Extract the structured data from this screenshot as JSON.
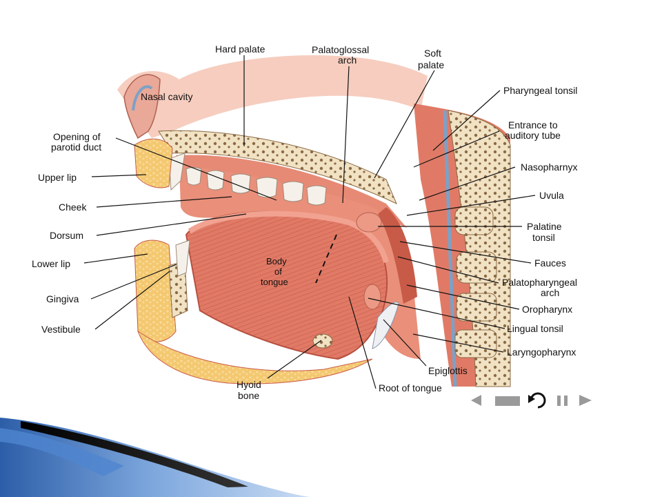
{
  "figure": {
    "labels": {
      "hard_palate": "Hard palate",
      "palatoglossal_arch_1": "Palatoglossal",
      "palatoglossal_arch_2": "arch",
      "soft_palate_1": "Soft",
      "soft_palate_2": "palate",
      "nasal_cavity": "Nasal cavity",
      "pharyngeal_tonsil": "Pharyngeal tonsil",
      "opening_parotid_1": "Opening of",
      "opening_parotid_2": "parotid duct",
      "entrance_auditory_1": "Entrance to",
      "entrance_auditory_2": "auditory tube",
      "upper_lip": "Upper lip",
      "nasopharynx": "Nasopharnyx",
      "cheek": "Cheek",
      "uvula": "Uvula",
      "dorsum": "Dorsum",
      "palatine_tonsil_1": "Palatine",
      "palatine_tonsil_2": "tonsil",
      "lower_lip": "Lower lip",
      "body_tongue_1": "Body",
      "body_tongue_2": "of",
      "body_tongue_3": "tongue",
      "fauces": "Fauces",
      "palatopharyngeal_1": "Palatopharyngeal",
      "palatopharyngeal_2": "arch",
      "gingiva": "Gingiva",
      "oropharynx": "Oropharynx",
      "vestibule": "Vestibule",
      "lingual_tonsil": "Lingual tonsil",
      "laryngopharynx": "Laryngopharynx",
      "epiglottis": "Epiglottis",
      "hyoid_1": "Hyoid",
      "hyoid_2": "bone",
      "root_tongue": "Root of tongue"
    }
  },
  "nav": {
    "prev_icon": "triangle-left-icon",
    "menu_icon": "menu-bar-icon",
    "return_icon": "return-arrow-icon",
    "pause_icon": "pause-icon",
    "next_icon": "triangle-right-icon"
  },
  "colors": {
    "muscle": "#e07a66",
    "muscle_dark": "#c85a48",
    "mucosa": "#f2a290",
    "fat": "#f4c870",
    "bone": "#f1e2c4",
    "teeth": "#f5f1ea",
    "slide_accent": "#3a6fc0"
  }
}
